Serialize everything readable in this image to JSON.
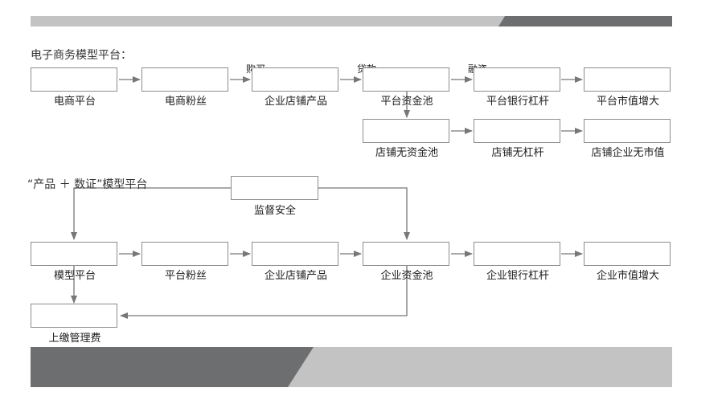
{
  "sections": {
    "top_title": "电子商务模型平台：",
    "bottom_title": "“产品 ＋ 数证”模型平台"
  },
  "top_nodes": {
    "n1": "电商平台",
    "n2": "电商粉丝",
    "n3": "企业店铺产品",
    "n4": "平台资金池",
    "n5": "平台银行杠杆",
    "n6": "平台市值增大",
    "n7": "店铺无资金池",
    "n8": "店铺无杠杆",
    "n9": "店铺企业无市值"
  },
  "edge_labels": {
    "buy": "购买",
    "loan": "贷款",
    "finance": "融资"
  },
  "bottom_nodes": {
    "supervise": "监督安全",
    "m1": "模型平台",
    "m2": "平台粉丝",
    "m3": "企业店铺产品",
    "m4": "企业资金池",
    "m5": "企业银行杠杆",
    "m6": "企业市值增大",
    "fee": "上缴管理费"
  },
  "colors": {
    "band_light": "#c0c0c0",
    "band_dark": "#6d6e70",
    "line": "#777777",
    "box_border": "#8c8c8c"
  }
}
